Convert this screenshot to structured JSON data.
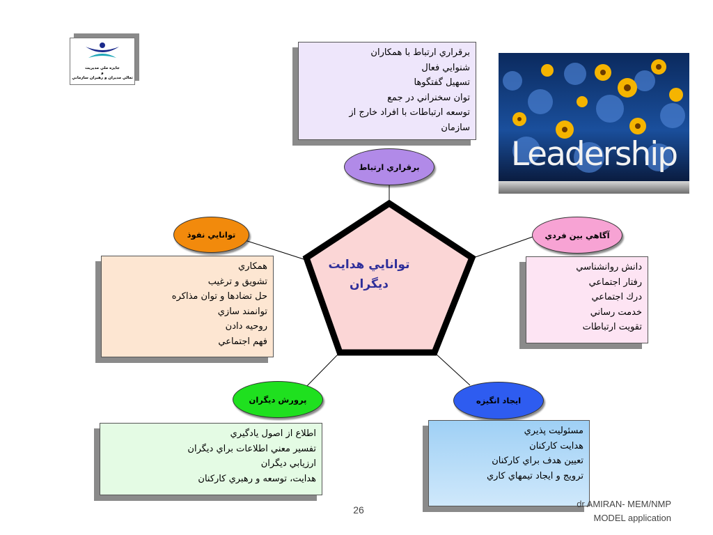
{
  "center": {
    "line1": "توانايي هدايت",
    "line2": "ديگران"
  },
  "nodes": {
    "communication": {
      "label": "برقراري ارتباط",
      "items": [
        "برقراري ارتباط با همكاران",
        "شنوايي فعال",
        "تسهيل گفتگوها",
        "توان سخنراني در جمع",
        "توسعه ارتباطات با افراد خارج از",
        "سازمان"
      ]
    },
    "interpersonal": {
      "label": "آگاهي بين فردي",
      "items": [
        "دانش روانشناسي",
        "رفتار اجتماعي",
        "درك اجتماعي",
        "خدمت رساني",
        "تقويت ارتباطات"
      ]
    },
    "motivation": {
      "label": "ايجاد انگيزه",
      "items": [
        "مسئوليت پذيري",
        "هدايت كاركنان",
        "تعيين هدف براي كاركنان",
        "ترويج و ايجاد تيمهاي كاري"
      ]
    },
    "development": {
      "label": "پرورش ديگران",
      "items": [
        "اطلاع از اصول يادگيري",
        "تفسير معني اطلاعات براي ديگران",
        "ارزيابي ديگران",
        "هدايت، توسعه و رهبري كاركنان"
      ]
    },
    "influence": {
      "label": "توانايي نفوذ",
      "items": [
        "همكاري",
        "تشويق و ترغيب",
        "حل تضادها و توان مذاكره",
        "توانمند سازي",
        "روحيه دادن",
        "فهم اجتماعي"
      ]
    }
  },
  "logo": {
    "line1": "جايزه ملي مديريت",
    "line2": "و",
    "line3": "تعالي مديران و رهبران سازماني"
  },
  "image": {
    "caption": "Leadership"
  },
  "footer": {
    "page": "26",
    "credit_line1": "dr AMIRAN- MEM/NMP",
    "credit_line2": "MODEL application"
  },
  "colors": {
    "communication_oval": "#b18ae8",
    "communication_box": "#eee6fb",
    "interpersonal_oval": "#f7a3d4",
    "interpersonal_box": "#fde4f3",
    "motivation_oval": "#2e5cf0",
    "motivation_box": "#b8dcf7",
    "development_oval": "#1fe01f",
    "development_box": "#e4fbe4",
    "influence_oval": "#f28a0c",
    "influence_box": "#fde6d2",
    "pentagon_fill": "#fbd6d6",
    "center_text": "#2f2f9a"
  }
}
